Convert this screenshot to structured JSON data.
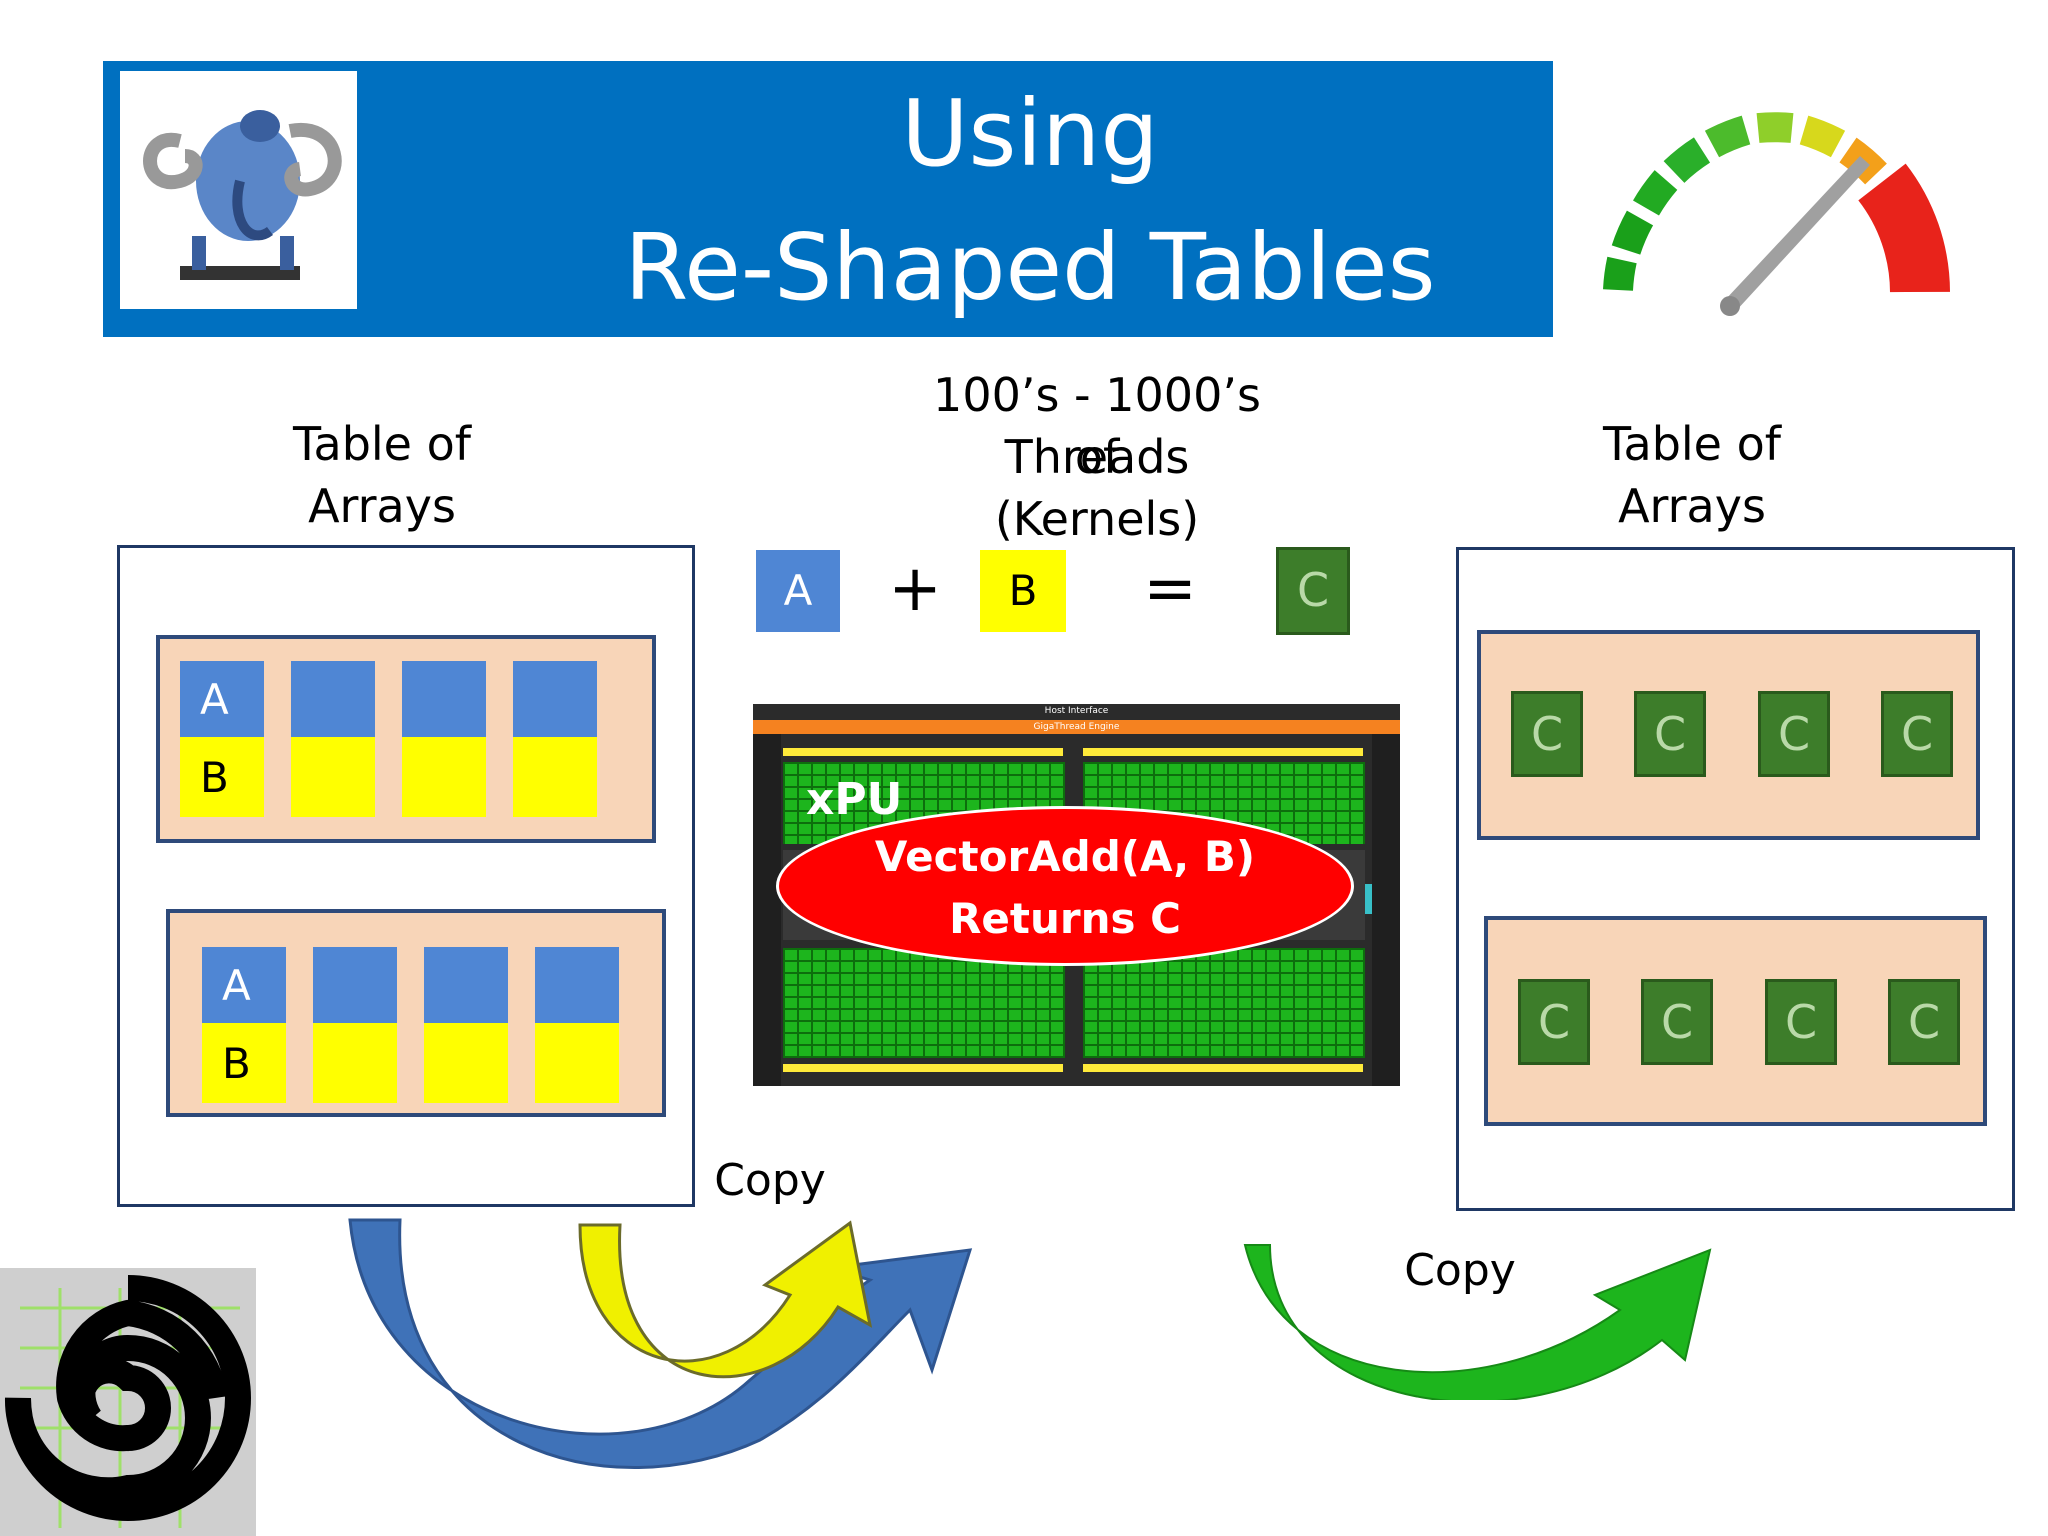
{
  "title": {
    "line1": "Using",
    "line2": "Re-Shaped Tables"
  },
  "center_label": {
    "line1": "100’s  -  1000’s of",
    "line2": "Threads (Kernels)"
  },
  "left_label": {
    "line1": "Table of",
    "line2": "Arrays"
  },
  "right_label": {
    "line1": "Table of",
    "line2": "Arrays"
  },
  "equation": {
    "a": "A",
    "plus": "+",
    "b": "B",
    "equals": "=",
    "c": "C"
  },
  "left_table": {
    "rows": [
      {
        "a_label": "A",
        "b_label": "B"
      },
      {
        "a_label": "A",
        "b_label": "B"
      }
    ]
  },
  "right_table": {
    "rows": [
      [
        "C",
        "C",
        "C",
        "C"
      ],
      [
        "C",
        "C",
        "C",
        "C"
      ]
    ]
  },
  "chip": {
    "xpu_label": "xPU",
    "host_interface": "Host Interface",
    "gigathread": "GigaThread Engine",
    "call_line1": "VectorAdd(A, B)",
    "call_line2": "Returns C"
  },
  "copy_left": "Copy",
  "copy_right": "Copy",
  "colors": {
    "banner": "#0070c0",
    "cell_a": "#4f86d4",
    "cell_b": "#ffff00",
    "cell_c": "#3d7d2a",
    "inner_fill": "#f8d5b8",
    "ellipse": "#ff0000"
  }
}
